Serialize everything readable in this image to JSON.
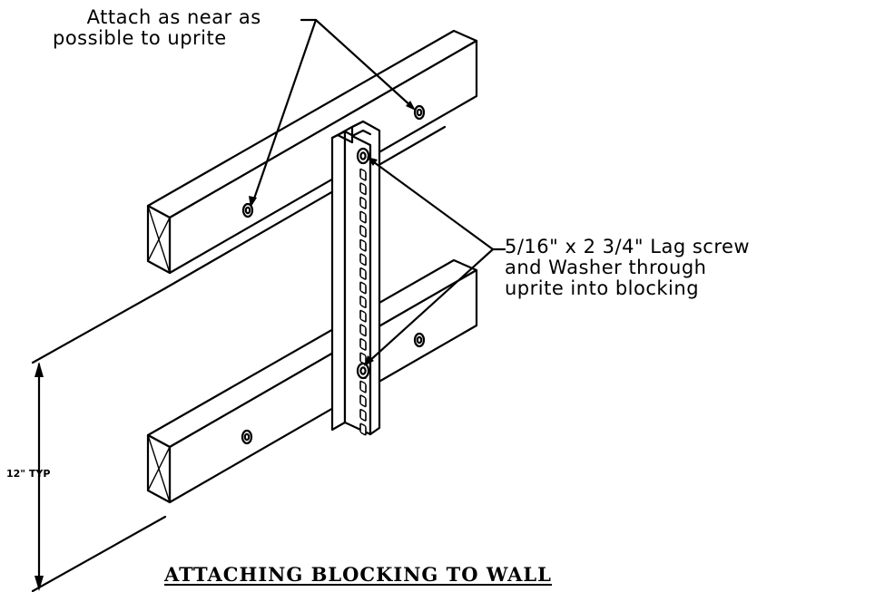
{
  "drawing": {
    "note_attach_line1": "Attach as near as",
    "note_attach_line2": "possible to uprite",
    "note_lag_line1": "5/16\" x 2 3/4\" Lag screw",
    "note_lag_line2": "and Washer through",
    "note_lag_line3": "uprite into blocking",
    "dimension_label": "12\" TYP",
    "title": "ATTACHING BLOCKING TO WALL"
  }
}
